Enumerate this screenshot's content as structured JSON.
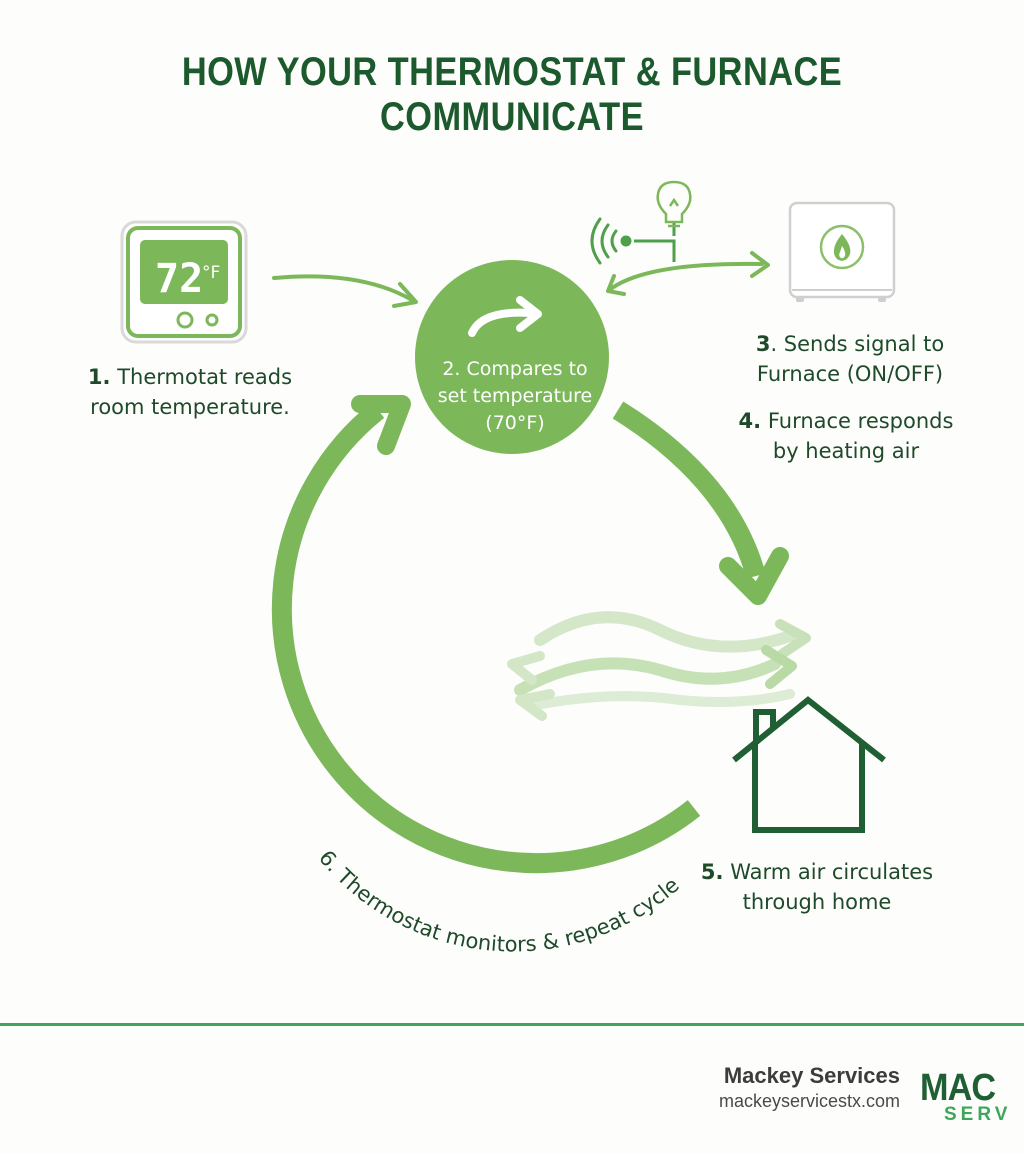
{
  "title": "HOW YOUR THERMOSTAT & FURNACE COMMUNICATE",
  "thermostat_display": "72",
  "thermostat_unit": "°F",
  "steps": {
    "s1": {
      "num": "1.",
      "line1": "Thermotat reads",
      "line2": "room temperature."
    },
    "s2": {
      "line1": "2. Compares to",
      "line2": "set temperature",
      "line3": "(70°F)"
    },
    "s3": {
      "num": "3",
      "line1": ". Sends signal to",
      "line2": "Furnace (ON/OFF)"
    },
    "s4": {
      "num": "4.",
      "line1": "Furnace responds",
      "line2": "by heating air"
    },
    "s5": {
      "num": "5.",
      "line1": "Warm air circulates",
      "line2": "through home"
    },
    "s6": {
      "text": "6. Thermostat monitors & repeat cycle"
    }
  },
  "footer": {
    "brand": "Mackey Services",
    "url": "mackeyservicestx.com",
    "logo_top": "MAC",
    "logo_bottom": "SERV"
  },
  "colors": {
    "green_primary": "#7cb85a",
    "green_dark": "#1c5a2e",
    "footer_line": "#3fa55b"
  },
  "icons": [
    "thermostat-icon",
    "wireless-signal-icon",
    "lightbulb-icon",
    "furnace-icon",
    "flame-icon",
    "house-icon",
    "warm-air-icon"
  ]
}
